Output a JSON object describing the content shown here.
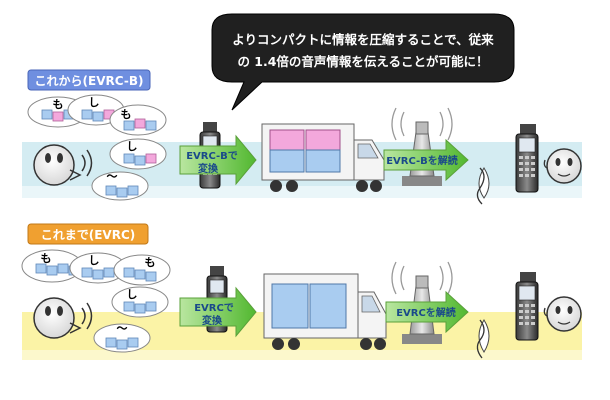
{
  "callout": {
    "line1": "よりコンパクトに情報を圧縮することで、従来",
    "line2": "の 1.4倍の音声情報を伝えることが可能に！"
  },
  "top_section": {
    "tag_label": "これから(EVRC-B)",
    "syllables": [
      "も",
      "し",
      "も",
      "し",
      "〜"
    ],
    "encode_arrow": [
      "EVRC-Bで",
      "変換"
    ],
    "decode_arrow": "EVRC-Bを解読"
  },
  "bottom_section": {
    "tag_label": "これまで(EVRC)",
    "syllables": [
      "も",
      "し",
      "も",
      "し",
      "〜"
    ],
    "encode_arrow": [
      "EVRCで",
      "変換"
    ],
    "decode_arrow": "EVRCを解読"
  },
  "colors": {
    "top_band": "#d4ecf2",
    "bottom_band": "#fbf3a6",
    "callout": "#202020",
    "arrow_green": "#7ccf52",
    "box_blue": "#a9ccf0",
    "box_pink": "#f3a8dc",
    "top_tag": "#6f8fe0",
    "bottom_tag": "#f0a030"
  }
}
